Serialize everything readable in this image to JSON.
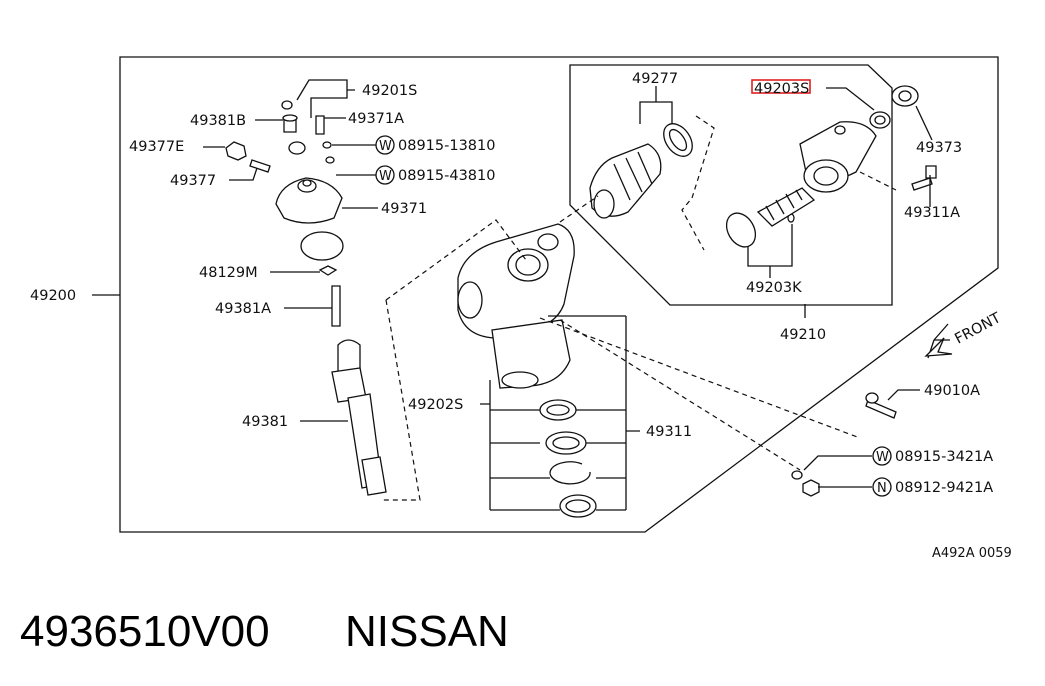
{
  "diagram": {
    "labels": {
      "p49201s": "49201S",
      "p49381b": "49381B",
      "p49371a": "49371A",
      "p49377e": "49377E",
      "p08915_13810": "08915-13810",
      "p49377": "49377",
      "p08915_43810": "08915-43810",
      "p49371": "49371",
      "p48129m": "48129M",
      "p49200": "49200",
      "p49381a": "49381A",
      "p49381": "49381",
      "p49202s": "49202S",
      "p49311": "49311",
      "p49277": "49277",
      "p49203s": "49203S",
      "p49373": "49373",
      "p49311a": "49311A",
      "p49203k": "49203K",
      "p49210": "49210",
      "front": "FRONT",
      "p49010a": "49010A",
      "p08915_3421a": "08915-3421A",
      "p08912_9421a": "08912-9421A",
      "w1": "W",
      "w2": "W",
      "w3": "W",
      "n1": "N"
    },
    "ref_code": "A492A 0059",
    "highlight_color": "#e02020"
  },
  "footer": {
    "part_number": "4936510V00",
    "brand": "NISSAN"
  }
}
